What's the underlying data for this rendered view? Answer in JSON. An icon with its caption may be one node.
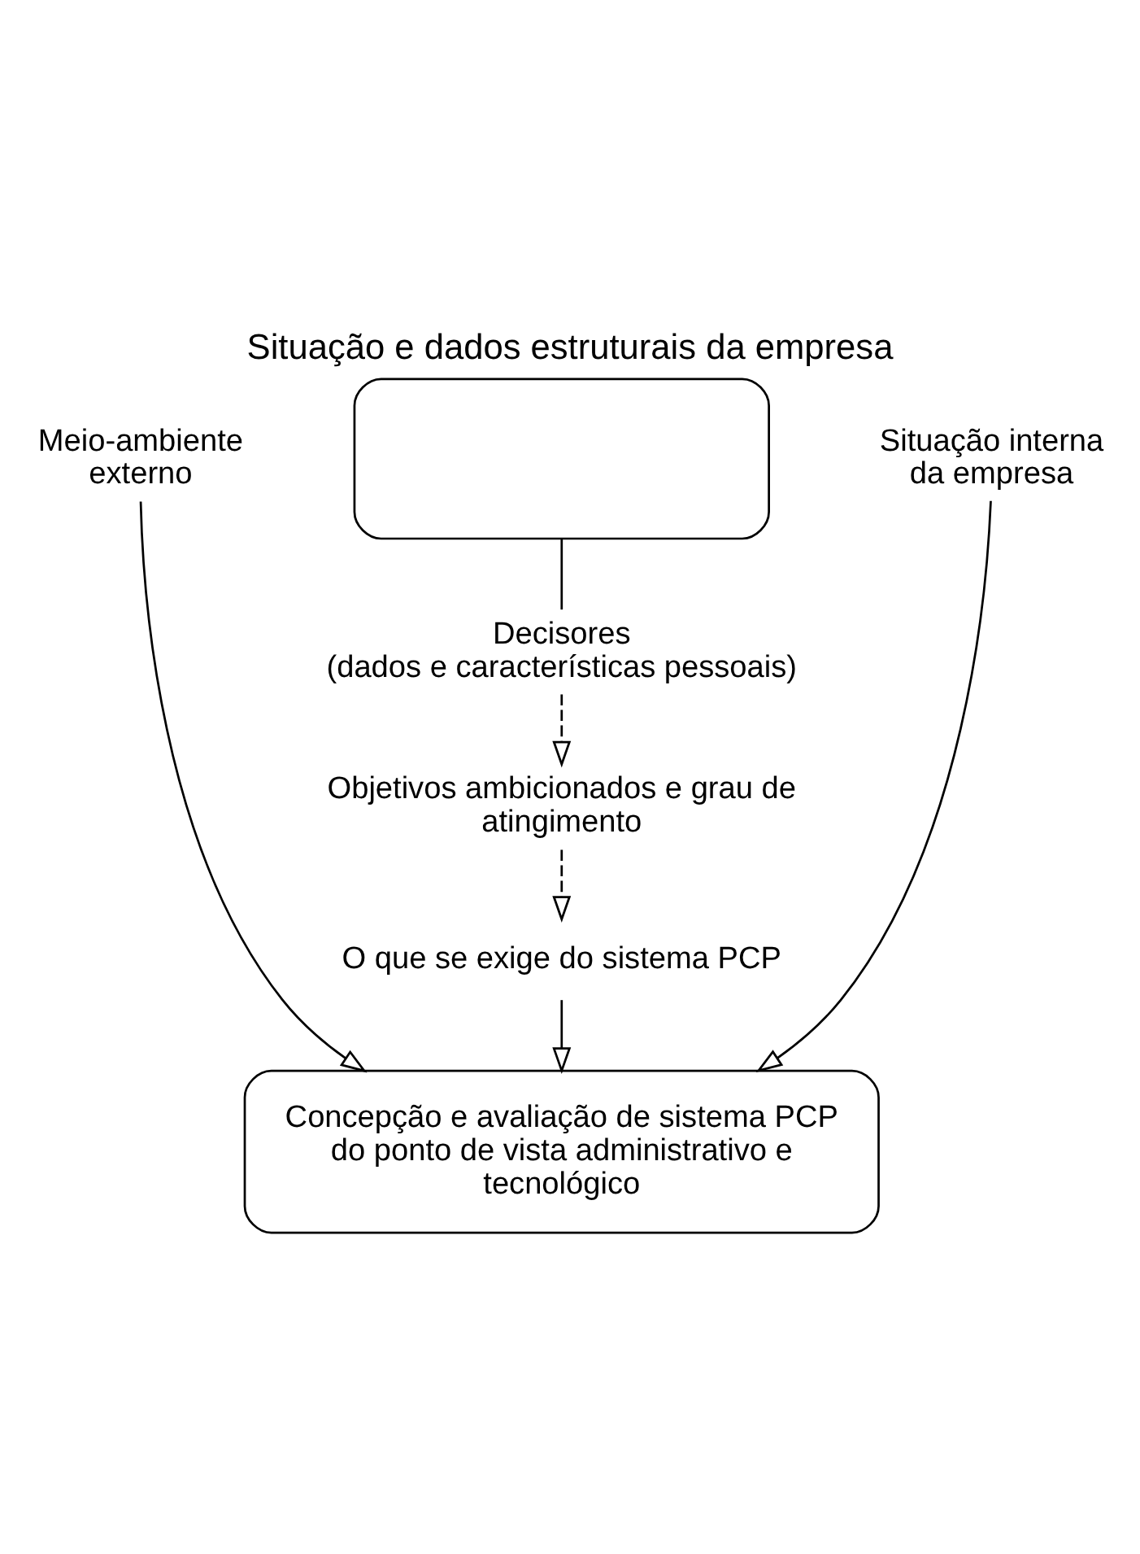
{
  "diagram": {
    "title": "Situação e dados estruturais da empresa",
    "nodes": [
      {
        "text": [],
        "shape": "box"
      },
      {
        "text": [
          "Meio-ambiente externo"
        ]
      },
      {
        "text": [
          "Situação interna da empresa"
        ]
      },
      {
        "text": [
          "Decisores",
          "(dados e características pessoais)"
        ]
      },
      {
        "text": [
          "Objetivos ambicionados e grau de atingimento"
        ]
      },
      {
        "text": [
          "O que se exige do sistema PCP"
        ]
      },
      {
        "text": [
          "Concepção e avaliação de sistema PCP do ponto de vista administrativo e tecnológico"
        ]
      }
    ],
    "edges": [
      {
        "from": 1,
        "to": 6,
        "arrow": "to"
      },
      {
        "from": 2,
        "to": 6,
        "arrow": "to"
      },
      {
        "from": 0,
        "to": 3,
        "arrow": "none"
      },
      {
        "from": 3,
        "to": 4,
        "arrow": "to",
        "style": "dashed"
      },
      {
        "from": 4,
        "to": 5,
        "arrow": "to",
        "style": "dashed"
      },
      {
        "from": 5,
        "to": 6,
        "arrow": "to"
      }
    ]
  }
}
